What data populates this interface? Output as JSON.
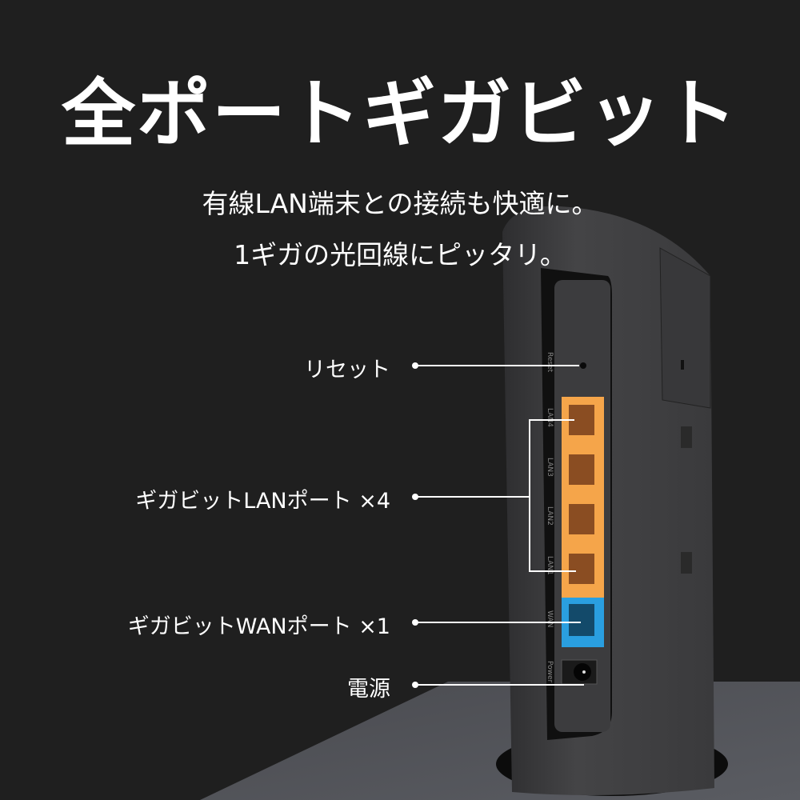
{
  "headline": "全ポートギガビット",
  "subtitle_lines": [
    "有線LAN端末との接続も快適に。",
    "1ギガの光回線にピッタリ。"
  ],
  "callouts": {
    "reset": "リセット",
    "lan": "ギガビットLANポート ×4",
    "wan": "ギガビットWANポート ×1",
    "power": "電源"
  },
  "device_labels": {
    "reset": "Reset",
    "lan4": "LAN4",
    "lan3": "LAN3",
    "lan2": "LAN2",
    "lan1": "LAN1",
    "wan": "WAN",
    "power": "Power"
  },
  "colors": {
    "background": "#1f1f1f",
    "lan_port": "#f5a54a",
    "wan_port": "#2a9fe0",
    "router_body": "#3a3a3c"
  }
}
